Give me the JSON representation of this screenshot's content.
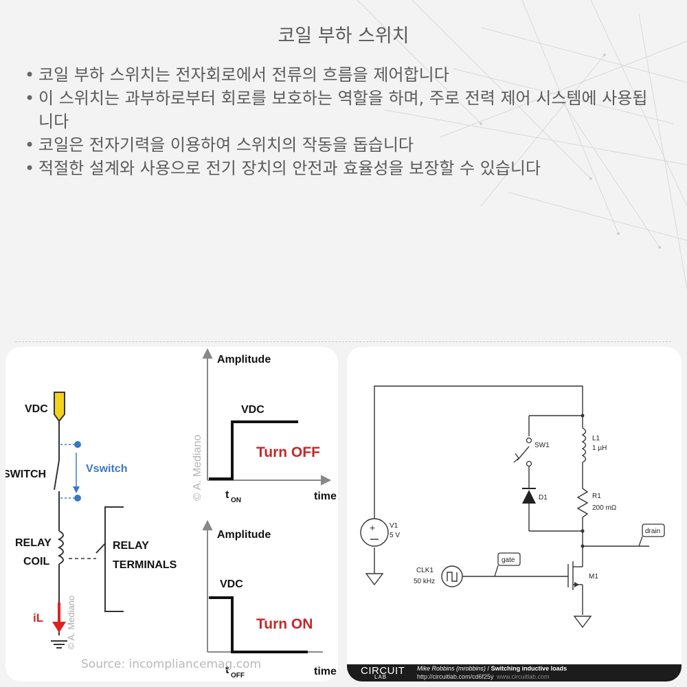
{
  "slide": {
    "title": "코일 부하 스위치",
    "bullets": [
      "코일 부하 스위치는 전자회로에서 전류의 흐름을 제어합니다",
      "이 스위치는 과부하로부터 회로를 보호하는 역할을 하며, 주로 전력 제어 시스템에 사용됩니다",
      "코일은 전자기력을 이용하여 스위치의 작동을 돕습니다",
      "적절한 설계와 사용으로 전기 장치의 안전과 효율성을 보장할 수 있습니다"
    ]
  },
  "left_figure": {
    "vdc": "VDC",
    "switch": "SWITCH",
    "vswitch": "Vswitch",
    "relay_coil_1": "RELAY",
    "relay_coil_2": "COIL",
    "relay_terminals_1": "RELAY",
    "relay_terminals_2": "TERMINALS",
    "il": "iL",
    "copyright_1": "© A. Mediano",
    "copyright_2": "© A. Mediano",
    "plot_top": {
      "ylabel": "Amplitude",
      "level": "VDC",
      "caption": "Turn OFF",
      "t_label": "t",
      "t_sub": "ON",
      "xlabel": "time"
    },
    "plot_bottom": {
      "ylabel": "Amplitude",
      "level": "VDC",
      "caption": "Turn ON",
      "t_label": "t",
      "t_sub": "OFF",
      "xlabel": "time"
    },
    "source": "Source: incompliancemag.com"
  },
  "right_figure": {
    "v1": "V1",
    "v1_val": "5 V",
    "sw1": "SW1",
    "l1": "L1",
    "l1_val": "1 µH",
    "d1": "D1",
    "r1": "R1",
    "r1_val": "200 mΩ",
    "drain": "drain",
    "gate": "gate",
    "clk1": "CLK1",
    "clk1_val": "50 kHz",
    "m1": "M1",
    "brand_1": "CIRCUIT",
    "brand_2": "LAB",
    "credit_author": "Mike Robbins (mrobbins)",
    "credit_sep": " / ",
    "credit_title": "Switching inductive loads",
    "url": "http://circuitlab.com/cd6f25y",
    "url2": "www.circuitlab.com"
  },
  "colors": {
    "background": "#f3f3f3",
    "text": "#5a5a5a",
    "vdc_marker": "#f2d21b",
    "blue": "#3b78c4",
    "red": "#e02020"
  }
}
